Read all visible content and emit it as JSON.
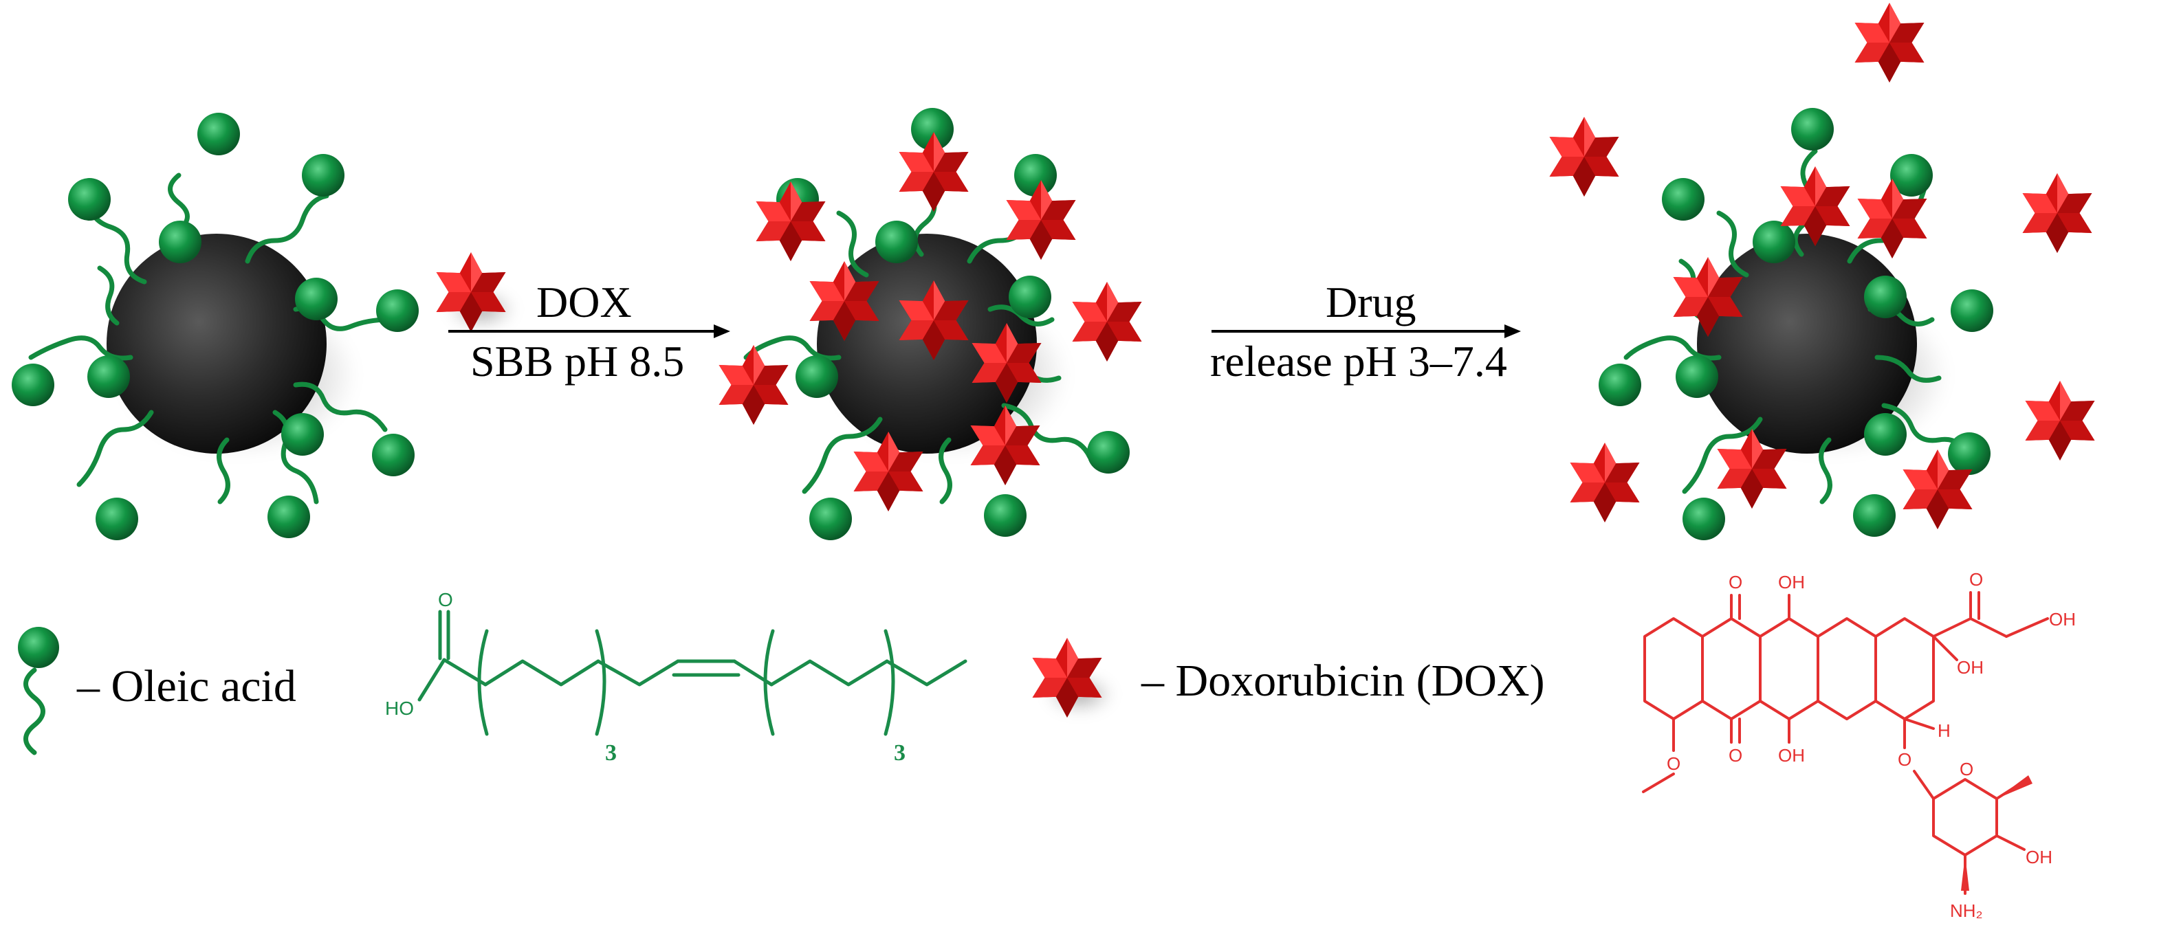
{
  "step1": {
    "top": "DOX",
    "bottom": "SBB pH 8.5"
  },
  "step2": {
    "top": "Drug",
    "bottom": "release pH 3–7.4"
  },
  "legend": {
    "oleic_label": "– Oleic acid",
    "dox_label": "– Doxorubicin (DOX)"
  },
  "oleic_structure": {
    "o": "O",
    "ho": "HO",
    "n1": "3",
    "n2": "3"
  },
  "dox_structure": {
    "o_top_left": "O",
    "oh_top_mid": "OH",
    "o_ketone_right": "O",
    "oh_right_end": "OH",
    "oh_ring": "OH",
    "o_bottom_left": "O",
    "oh_bottom_mid": "OH",
    "h": "H",
    "o_glyco": "O",
    "o_sugar": "O",
    "oh_sugar": "OH",
    "nh2": "NH₂"
  },
  "colors": {
    "ligand": "#138a3e",
    "sphere": "#222222",
    "drug": "#e01818",
    "chem_green": "#1a8c4a",
    "chem_red": "#e53030"
  }
}
